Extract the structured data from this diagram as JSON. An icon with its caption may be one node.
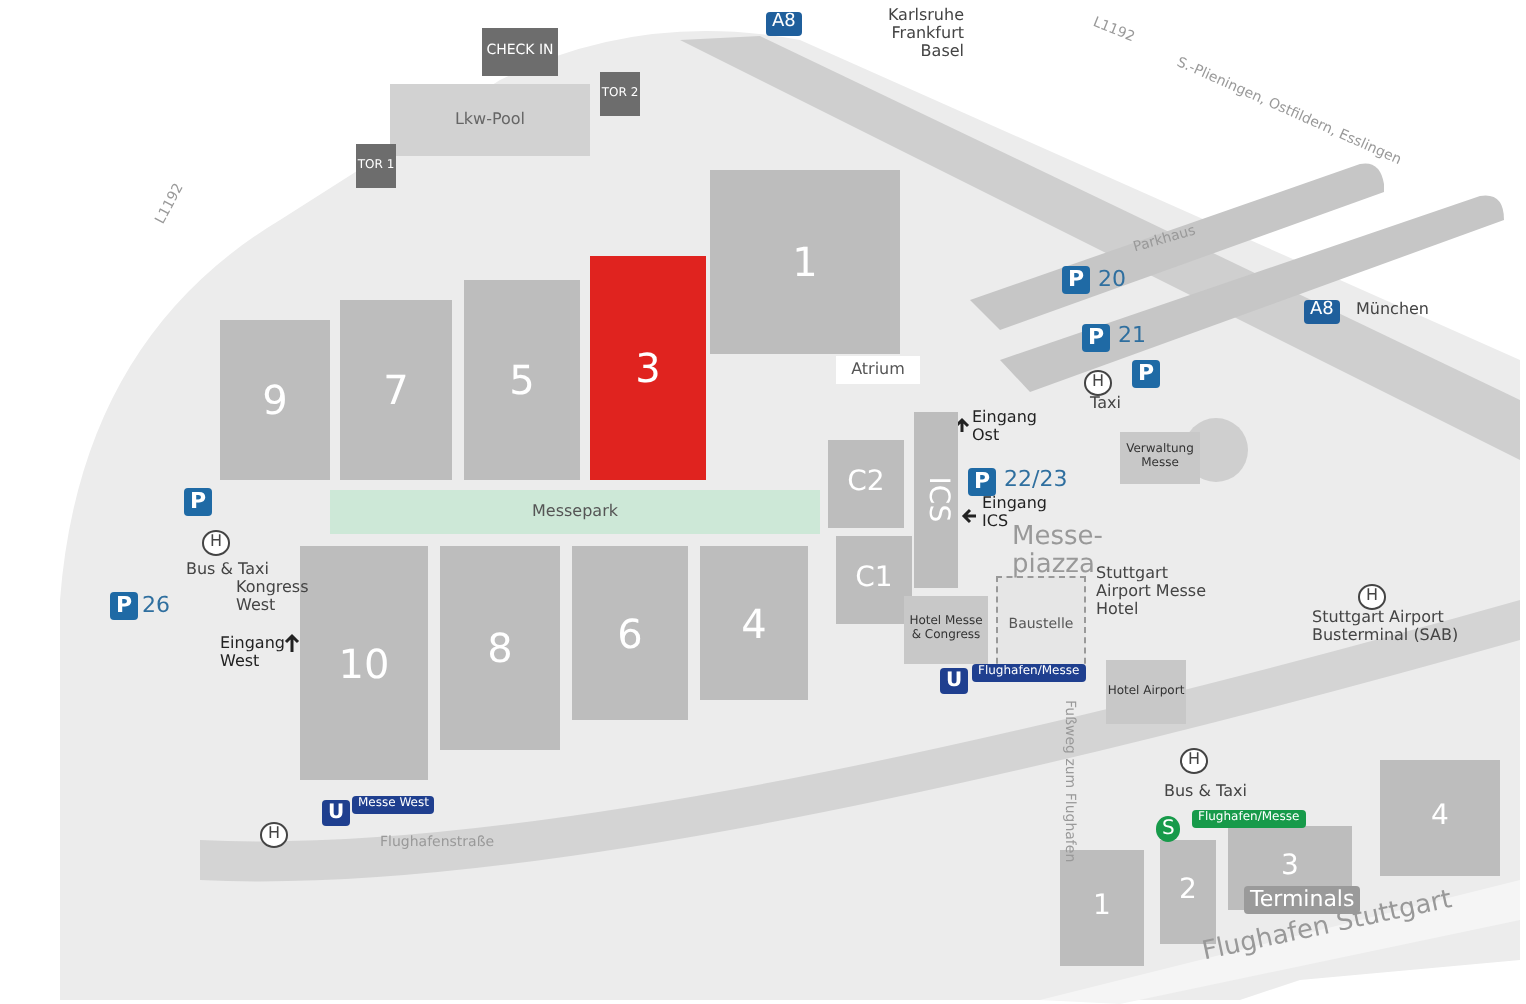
{
  "diagram": {
    "nodes": [
      {
        "text": [
          "CHECK IN"
        ]
      },
      {
        "text": [
          "Lkw-Pool"
        ]
      },
      {
        "text": [
          "TOR 1"
        ]
      },
      {
        "text": [
          "TOR 2"
        ]
      },
      {
        "text": [
          "1"
        ]
      },
      {
        "text": [
          "3"
        ]
      },
      {
        "text": [
          "5"
        ]
      },
      {
        "text": [
          "7"
        ]
      },
      {
        "text": [
          "9"
        ]
      },
      {
        "text": [
          "Messepark"
        ]
      },
      {
        "text": [
          "Atrium"
        ]
      },
      {
        "text": [
          "C2"
        ]
      },
      {
        "text": [
          "C1"
        ]
      },
      {
        "text": [
          "ICS"
        ]
      },
      {
        "text": [
          "10"
        ]
      },
      {
        "text": [
          "8"
        ]
      },
      {
        "text": [
          "6"
        ]
      },
      {
        "text": [
          "4"
        ]
      },
      {
        "text": [
          "Baustelle"
        ]
      },
      {
        "text": [
          "Verwaltung Messe"
        ]
      },
      {
        "text": [
          "Hotel Messe & Congress"
        ]
      },
      {
        "text": [
          "Hotel Airport"
        ]
      },
      {
        "text": [
          "1"
        ]
      },
      {
        "text": [
          "2"
        ]
      },
      {
        "text": [
          "3"
        ]
      },
      {
        "text": [
          "4"
        ]
      }
    ],
    "labels": [
      "A8",
      "Karlsruhe Frankfurt Basel",
      "L1192",
      "S.-Plieningen, Ostfildern, Esslingen",
      "P",
      "20",
      "Parkhaus",
      "A8",
      "München",
      "P",
      "21",
      "Taxi",
      "Eingang Ost",
      "P",
      "22/23",
      "Eingang ICS",
      "Messe-piazza",
      "L1192",
      "P",
      "26",
      "P",
      "H",
      "Bus & Taxi",
      "Kongress West",
      "Eingang West",
      "U",
      "Messe West",
      "H",
      "Flughafenstraße",
      "U",
      "Flughafen/Messe",
      "Fußweg zum Flughafen",
      "H",
      "Stuttgart Airport Busterminal (SAB)",
      "H",
      "Bus & Taxi",
      "S",
      "Flughafen/Messe",
      "Terminals",
      "Flughafen Stuttgart",
      "Stuttgart Airport Messe Hotel",
      "H",
      "P"
    ]
  }
}
